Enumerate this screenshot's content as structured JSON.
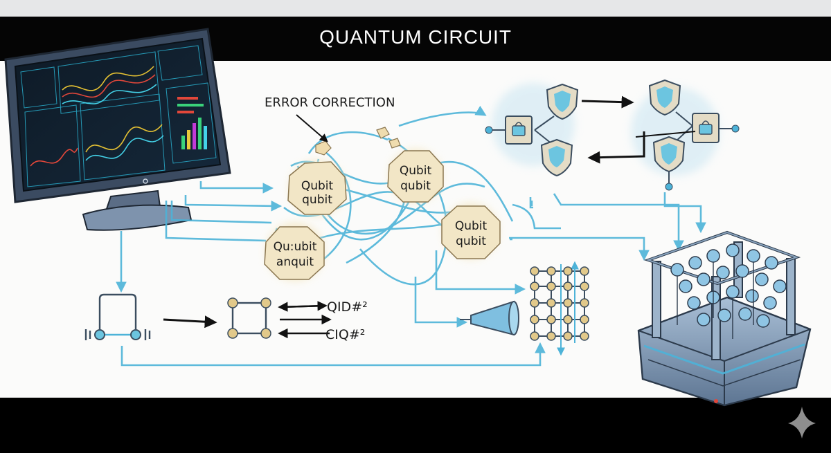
{
  "header": {
    "title": "QUANTUM CIRCUIT"
  },
  "annotations": {
    "error_correction": "ERROR CORRECTION"
  },
  "qubits": [
    {
      "line1": "Qubit",
      "line2": "qubit"
    },
    {
      "line1": "Qubit",
      "line2": "qubit"
    },
    {
      "line1": "Qubit",
      "line2": "qubit"
    },
    {
      "line1": "Qu:ubit",
      "line2": "anquit"
    }
  ],
  "gate_labels": {
    "upper": "QID#²",
    "lower": "CIQ#²"
  },
  "colors": {
    "wire": "#4db3d8",
    "qubit_fill": "#f2e6c6",
    "shield": "#6cc5e0",
    "frame": "#3a4a5e"
  },
  "icons": [
    "monitor-icon",
    "shield-icon",
    "lock-icon",
    "quantum-processor-icon",
    "funnel-icon",
    "lattice-icon",
    "sparkle-icon"
  ]
}
